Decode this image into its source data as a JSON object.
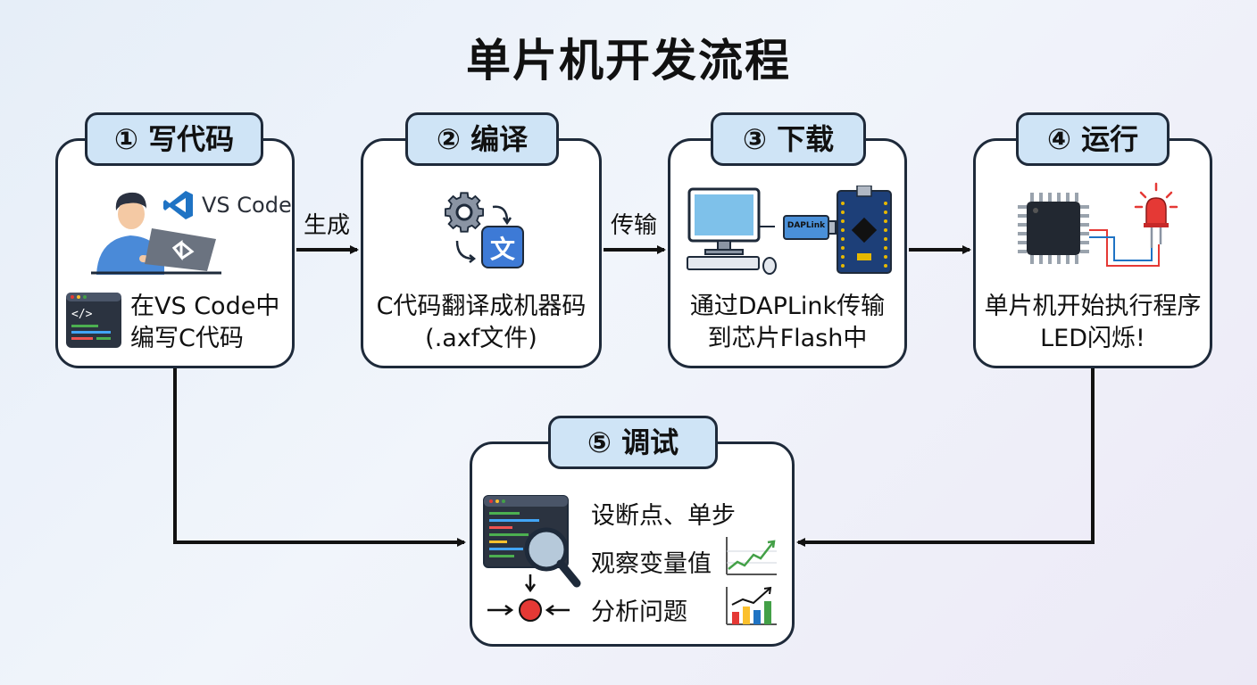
{
  "title": "单片机开发流程",
  "steps": [
    {
      "tab": "① 写代码",
      "lines": [
        "在VS Code中",
        "编写C代码"
      ],
      "brand": "VS Code"
    },
    {
      "tab": "② 编译",
      "lines": [
        "C代码翻译成机器码",
        "(.axf文件)"
      ],
      "icon_glyph": "文"
    },
    {
      "tab": "③ 下载",
      "lines": [
        "通过DAPLink传输",
        "到芯片Flash中"
      ],
      "device_label": "DAPLink"
    },
    {
      "tab": "④ 运行",
      "lines": [
        "单片机开始执行程序",
        "LED闪烁!"
      ]
    }
  ],
  "debug": {
    "tab": "⑤ 调试",
    "items": [
      "设断点、单步",
      "观察变量值",
      "分析问题"
    ]
  },
  "arrows": {
    "a12": "生成",
    "a23": "传输"
  },
  "colors": {
    "tab_bg": "#cfe4f6",
    "border": "#1e2a3a",
    "vscode_blue": "#1f73c4",
    "led_red": "#e53935",
    "board_blue": "#1d3f78"
  },
  "icons": [
    "developer-laptop-icon",
    "vscode-logo-icon",
    "code-editor-icon",
    "gear-translate-icon",
    "computer-icon",
    "daplink-icon",
    "dev-board-icon",
    "chip-icon",
    "led-icon",
    "magnifier-code-icon",
    "breakpoint-icon",
    "line-chart-icon",
    "bar-chart-icon"
  ]
}
